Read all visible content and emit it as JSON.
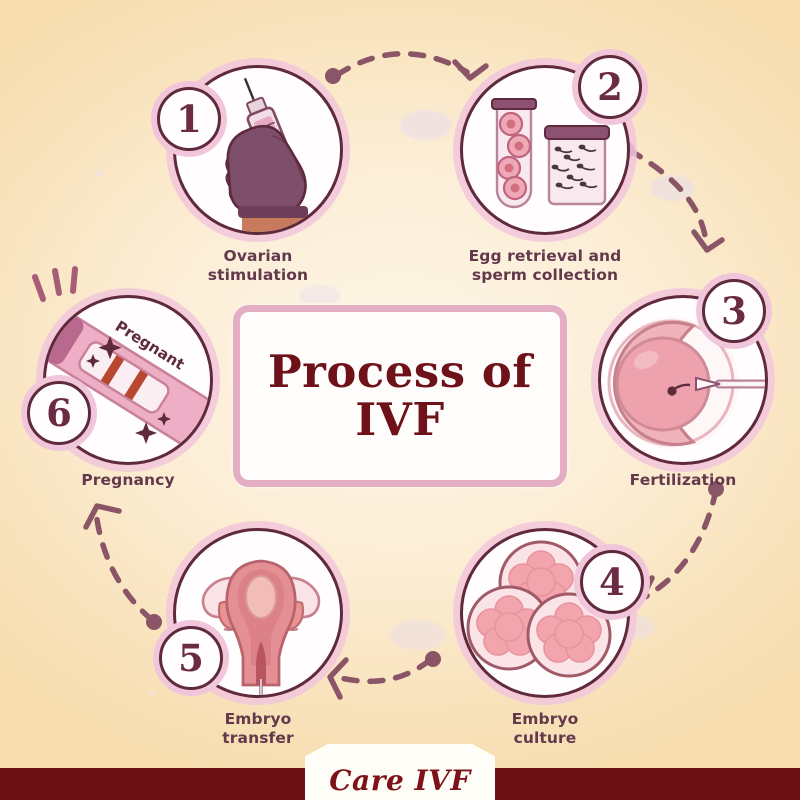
{
  "title": {
    "line1": "Process of",
    "line2": "IVF"
  },
  "brand": {
    "footer_label": "Care IVF",
    "colors": {
      "footer_bar": "#6d1016",
      "title_text": "#6e1118",
      "outline": "#5e2a3c",
      "halo_pink": "#f2c6da",
      "label_text": "#63394b",
      "arrow": "#8a5566",
      "background_top": "#fdf6e6",
      "background_bottom": "#f6dcae"
    }
  },
  "steps": [
    {
      "number": "1",
      "label": "Ovarian\nstimulation",
      "label_line1": "Ovarian",
      "label_line2": "stimulation",
      "icon": "syringe-in-gloved-hand-icon"
    },
    {
      "number": "2",
      "label": "Egg retrieval and\nsperm collection",
      "label_line1": "Egg retrieval and",
      "label_line2": "sperm collection",
      "icon": "test-tube-and-sperm-jar-icon"
    },
    {
      "number": "3",
      "label": "Fertilization",
      "label_line1": "Fertilization",
      "label_line2": "",
      "icon": "egg-injection-icsi-icon"
    },
    {
      "number": "4",
      "label": "Embryo\nculture",
      "label_line1": "Embryo",
      "label_line2": "culture",
      "icon": "embryo-cluster-icon"
    },
    {
      "number": "5",
      "label": "Embryo\ntransfer",
      "label_line1": "Embryo",
      "label_line2": "transfer",
      "icon": "uterus-catheter-icon"
    },
    {
      "number": "6",
      "label": "Pregnancy",
      "label_line1": "Pregnancy",
      "label_line2": "",
      "icon": "pregnancy-test-icon",
      "test_text": "Pregnant"
    }
  ],
  "connectors": [
    {
      "from": "1",
      "to": "2",
      "style": "dashed-arc-arrow"
    },
    {
      "from": "2",
      "to": "3",
      "style": "dashed-arc-arrow"
    },
    {
      "from": "3",
      "to": "4",
      "style": "dashed-arc-arrow"
    },
    {
      "from": "4",
      "to": "5",
      "style": "dashed-arc-arrow"
    },
    {
      "from": "5",
      "to": "6",
      "style": "dashed-arc-arrow"
    }
  ]
}
